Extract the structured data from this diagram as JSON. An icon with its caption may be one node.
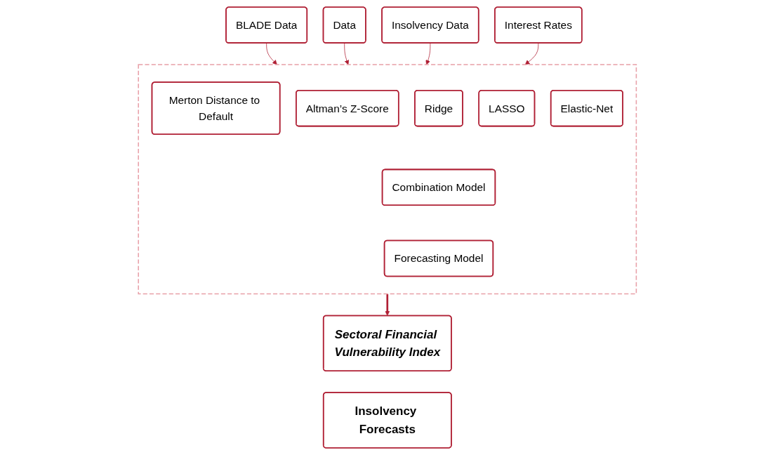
{
  "diagram": {
    "nodes": [
      {
        "text": [
          "BLADE Data"
        ]
      },
      {
        "text": [
          "Data"
        ]
      },
      {
        "text": [
          "Insolvency Data"
        ]
      },
      {
        "text": [
          "Interest Rates"
        ]
      },
      {
        "text": [],
        "shape": "box"
      },
      {
        "text": [
          "Merton Distance to Default"
        ],
        "in": 4
      },
      {
        "text": [
          "Altman’s Z-Score"
        ],
        "in": 4
      },
      {
        "text": [
          "Ridge"
        ],
        "in": 4
      },
      {
        "text": [
          "LASSO"
        ],
        "in": 4
      },
      {
        "text": [
          "Elastic-Net"
        ],
        "in": 4
      },
      {
        "text": [
          "Combination Model"
        ],
        "in": 4
      },
      {
        "text": [
          "Forecasting Model"
        ],
        "in": 4
      },
      {
        "text": [
          "Sectoral Financial Vulnerability Index"
        ]
      },
      {
        "text": [
          "Insolvency Forecasts"
        ]
      }
    ],
    "edges": [
      {
        "from": 0,
        "to": 4,
        "arrow": "to"
      },
      {
        "from": 1,
        "to": 4,
        "arrow": "to"
      },
      {
        "from": 2,
        "to": 4,
        "arrow": "to"
      },
      {
        "from": 3,
        "to": 4,
        "arrow": "to"
      },
      {
        "from": 4,
        "to": 12,
        "arrow": "to",
        "style": "thick"
      }
    ]
  }
}
